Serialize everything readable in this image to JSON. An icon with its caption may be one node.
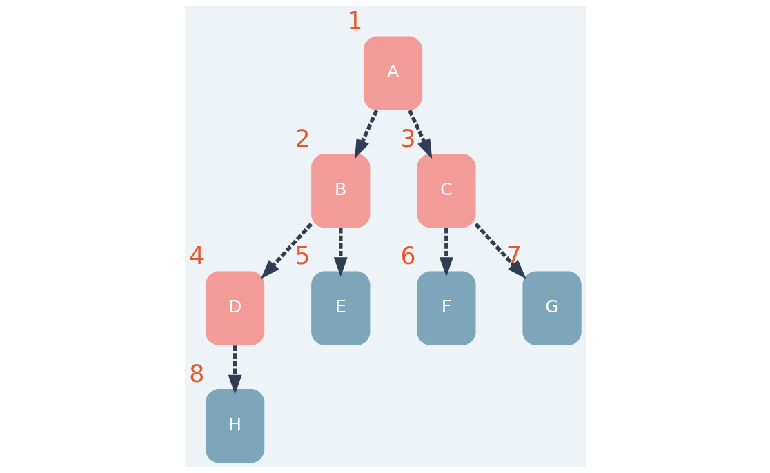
{
  "diagram": {
    "nodes": [
      {
        "text": [
          "A"
        ],
        "beside": [
          "1"
        ]
      },
      {
        "text": [
          "B"
        ],
        "beside": [
          "2"
        ]
      },
      {
        "text": [
          "C"
        ],
        "beside": [
          "3"
        ]
      },
      {
        "text": [
          "D"
        ],
        "beside": [
          "4"
        ]
      },
      {
        "text": [
          "E"
        ],
        "beside": [
          "5"
        ]
      },
      {
        "text": [
          "F"
        ],
        "beside": [
          "6"
        ]
      },
      {
        "text": [
          "G"
        ],
        "beside": [
          "7"
        ]
      },
      {
        "text": [
          "H"
        ],
        "beside": [
          "8"
        ]
      }
    ],
    "edges": [
      {
        "from": 0,
        "to": 1,
        "arrow": "to",
        "style": "dashed"
      },
      {
        "from": 0,
        "to": 2,
        "arrow": "to",
        "style": "dashed"
      },
      {
        "from": 1,
        "to": 3,
        "arrow": "to",
        "style": "dashed"
      },
      {
        "from": 1,
        "to": 4,
        "arrow": "to",
        "style": "dashed"
      },
      {
        "from": 2,
        "to": 5,
        "arrow": "to",
        "style": "dashed"
      },
      {
        "from": 2,
        "to": 6,
        "arrow": "to",
        "style": "dashed"
      },
      {
        "from": 3,
        "to": 7,
        "arrow": "to",
        "style": "dashed"
      }
    ]
  }
}
